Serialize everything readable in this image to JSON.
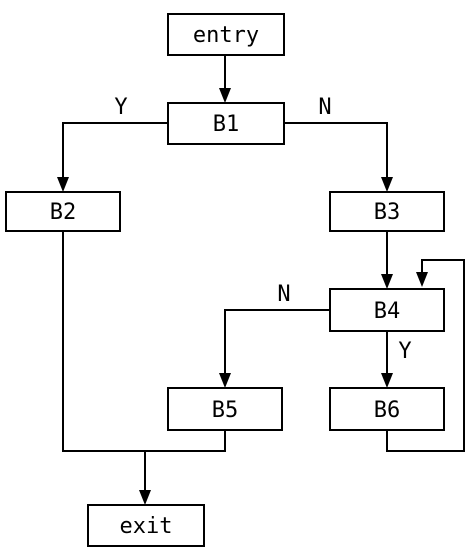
{
  "nodes": {
    "entry": "entry",
    "b1": "B1",
    "b2": "B2",
    "b3": "B3",
    "b4": "B4",
    "b5": "B5",
    "b6": "B6",
    "exit": "exit"
  },
  "edge_labels": {
    "b1_to_b2": "Y",
    "b1_to_b3": "N",
    "b4_to_b5": "N",
    "b4_to_b6": "Y"
  },
  "colors": {
    "stroke": "#000000",
    "background": "#ffffff"
  }
}
